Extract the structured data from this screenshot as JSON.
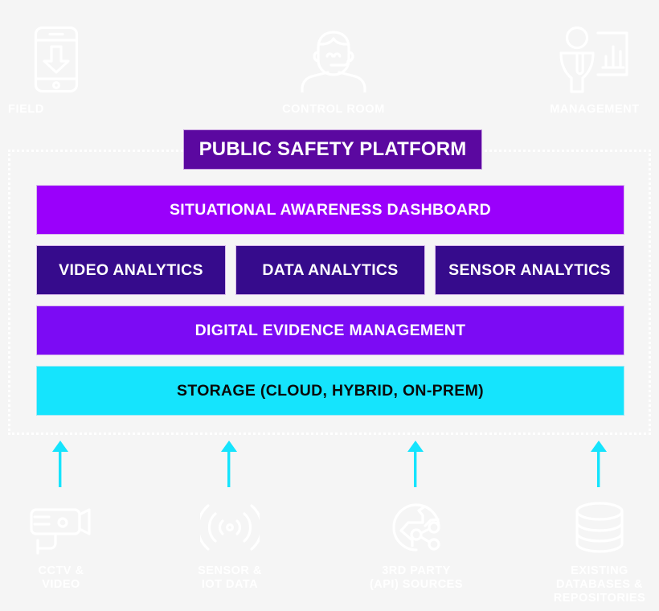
{
  "palette": {
    "background": "#f5f5f5",
    "banner_purple": "#5B08A0",
    "dashboard_violet": "#9A00FB",
    "analytics_indigo": "#360B8C",
    "evidence_purple": "#7C0BF4",
    "storage_cyan": "#15E4FD",
    "arrow_cyan": "#15E4FD",
    "label_white": "#ffffff",
    "frame_dotted": "#ffffff"
  },
  "top_consumers": [
    {
      "id": "field",
      "label": "FIELD",
      "icon": "mobile-download-icon"
    },
    {
      "id": "control-room",
      "label": "CONTROL ROOM",
      "icon": "operator-headset-icon"
    },
    {
      "id": "management",
      "label": "MANAGEMENT",
      "icon": "presenter-chart-icon"
    }
  ],
  "platform": {
    "banner_label": "PUBLIC SAFETY PLATFORM",
    "rows": {
      "dashboard": "SITUATIONAL AWARENESS DASHBOARD",
      "analytics": [
        "VIDEO ANALYTICS",
        "DATA ANALYTICS",
        "SENSOR ANALYTICS"
      ],
      "evidence": "DIGITAL EVIDENCE MANAGEMENT",
      "storage": "STORAGE (CLOUD, HYBRID, ON-PREM)"
    }
  },
  "data_sources": [
    {
      "id": "cctv",
      "label": "CCTV &\nVIDEO",
      "icon": "cctv-camera-icon"
    },
    {
      "id": "sensor",
      "label": "SENSOR &\nIOT DATA",
      "icon": "signal-waves-icon"
    },
    {
      "id": "api",
      "label": "3RD PARTY\n(API) SOURCES",
      "icon": "globe-network-icon"
    },
    {
      "id": "database",
      "label": "EXISTING\nDATABASES &\nREPOSITORIES",
      "icon": "database-cylinder-icon"
    }
  ],
  "flow_arrows": {
    "count": 4,
    "direction": "up",
    "meaning": "data ingestion from sources into platform"
  }
}
